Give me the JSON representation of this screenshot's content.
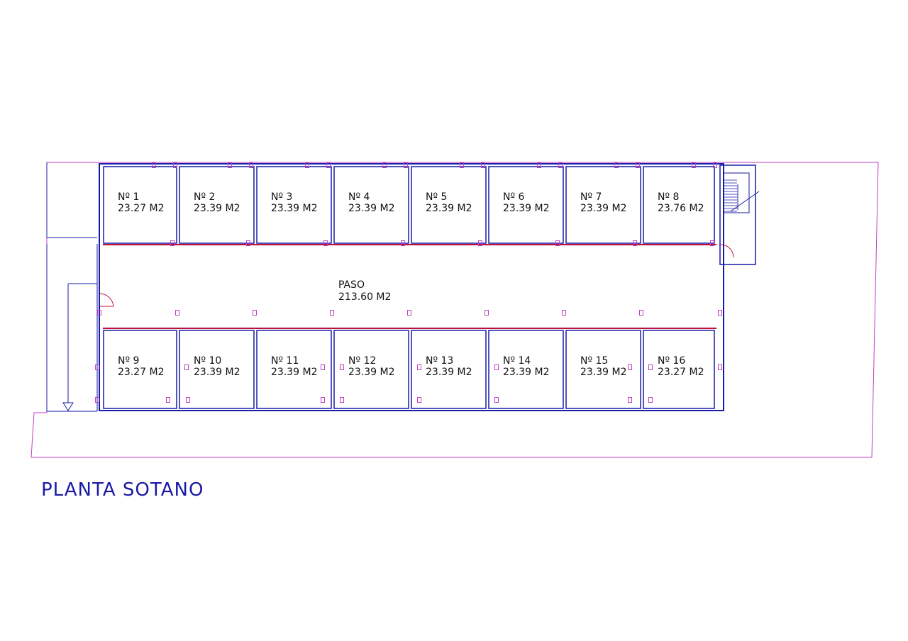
{
  "title": "PLANTA SOTANO",
  "colors": {
    "wall": "#1a1aa8",
    "outline": "#c040c0",
    "corridor_line": "#c0103a",
    "text": "#111111",
    "title": "#1a1aa8"
  },
  "corridor": {
    "name": "PASO",
    "area": "213.60 M2"
  },
  "rooms_top": [
    {
      "name": "Nº 1",
      "area": "23.27 M2"
    },
    {
      "name": "Nº 2",
      "area": "23.39 M2"
    },
    {
      "name": "Nº 3",
      "area": "23.39 M2"
    },
    {
      "name": "Nº 4",
      "area": "23.39 M2"
    },
    {
      "name": "Nº 5",
      "area": "23.39 M2"
    },
    {
      "name": "Nº 6",
      "area": "23.39 M2"
    },
    {
      "name": "Nº 7",
      "area": "23.39 M2"
    },
    {
      "name": "Nº 8",
      "area": "23.76 M2"
    }
  ],
  "rooms_bottom": [
    {
      "name": "Nº 9",
      "area": "23.27 M2"
    },
    {
      "name": "Nº 10",
      "area": "23.39 M2"
    },
    {
      "name": "Nº 11",
      "area": "23.39 M2"
    },
    {
      "name": "Nº 12",
      "area": "23.39 M2"
    },
    {
      "name": "Nº 13",
      "area": "23.39 M2"
    },
    {
      "name": "Nº 14",
      "area": "23.39 M2"
    },
    {
      "name": "Nº 15",
      "area": "23.39 M2"
    },
    {
      "name": "Nº 16",
      "area": "23.27 M2"
    }
  ]
}
